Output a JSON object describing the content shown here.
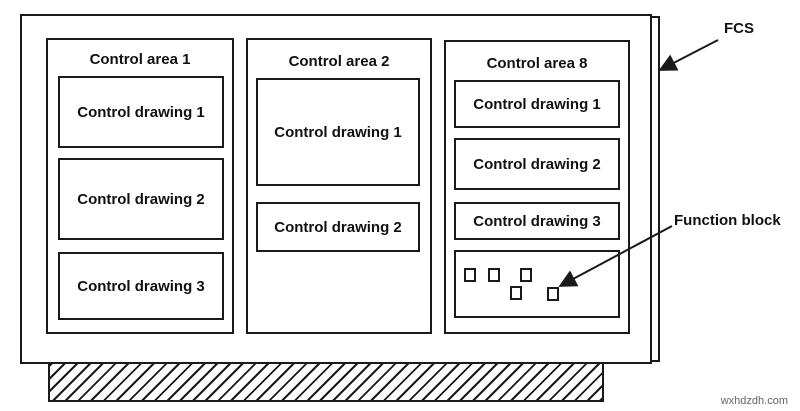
{
  "fcs_label": "FCS",
  "function_block_label": "Function block",
  "watermark": "wxhdzdh.com",
  "areas": [
    {
      "title": "Control area 1",
      "drawings": [
        "Control drawing 1",
        "Control drawing 2",
        "Control drawing 3"
      ]
    },
    {
      "title": "Control area 2",
      "drawings": [
        "Control drawing 1",
        "Control drawing 2"
      ]
    },
    {
      "title": "Control area 8",
      "drawings": [
        "Control drawing 1",
        "Control drawing 2",
        "Control drawing 3"
      ]
    }
  ],
  "colors": {
    "line": "#1a1a1a",
    "background": "#ffffff"
  }
}
